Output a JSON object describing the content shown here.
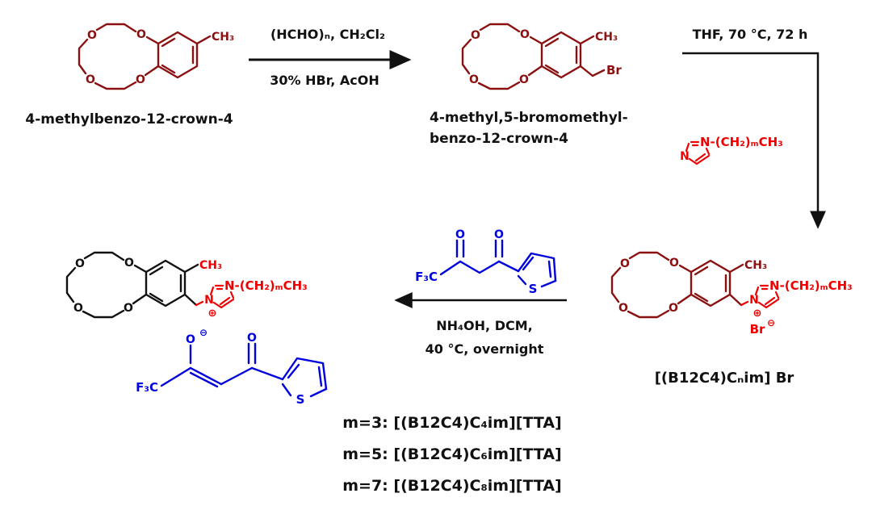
{
  "scheme": {
    "colors": {
      "maroon": "#8b1010",
      "red": "#ee0000",
      "blue": "#0000dd",
      "black": "#111111"
    },
    "atoms": {
      "O": "O",
      "N": "N",
      "S": "S",
      "Br": "Br",
      "CH3": "CH₃",
      "F3C": "F₃C",
      "plus": "⊕",
      "minus": "⊖",
      "chain": "N-(CH₂)ₘCH₃"
    },
    "step1": {
      "above": "(HCHO)ₙ, CH₂Cl₂",
      "below": "30% HBr, AcOH"
    },
    "step2": {
      "conditions": "THF, 70 °C, 72 h"
    },
    "step3": {
      "line1": "NH₄OH, DCM,",
      "line2": "40 °C, overnight"
    },
    "names": {
      "start": "4-methylbenzo-12-crown-4",
      "intermediate1": "4-methyl,5-bromomethyl-",
      "intermediate2": "benzo-12-crown-4",
      "salt": "[(B12C4)Cₙim] Br"
    },
    "products": [
      "m=3: [(B12C4)C₄im][TTA]",
      "m=5: [(B12C4)C₆im][TTA]",
      "m=7: [(B12C4)C₈im][TTA]"
    ]
  }
}
